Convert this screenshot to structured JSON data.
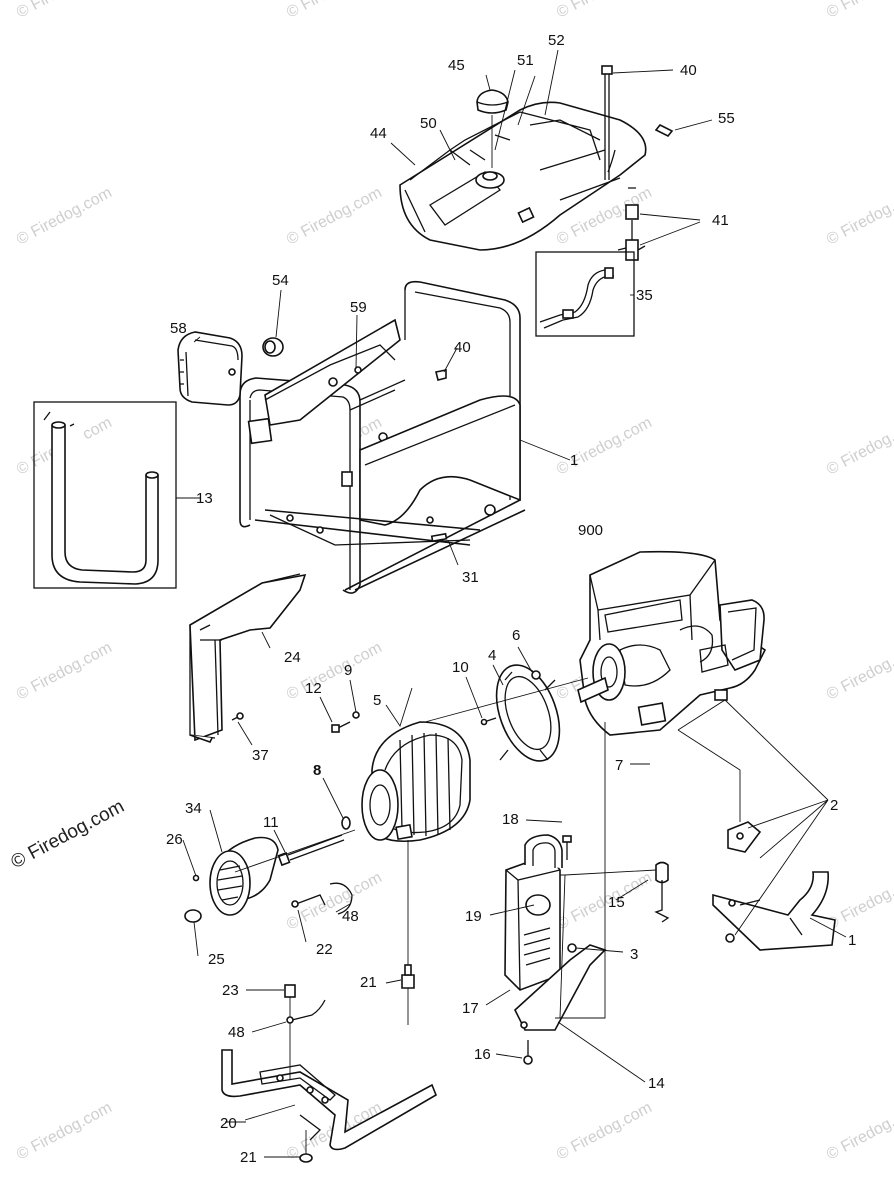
{
  "watermark": "© Firedog.com",
  "copyright": "© Firedog.com",
  "callouts": {
    "c40a": "40",
    "c52": "52",
    "c51": "51",
    "c45": "45",
    "c50": "50",
    "c44": "44",
    "c55": "55",
    "c41": "41",
    "c35": "35",
    "c54": "54",
    "c58": "58",
    "c59": "59",
    "c40b": "40",
    "c1a": "1",
    "c13": "13",
    "c31": "31",
    "c900": "900",
    "c24": "24",
    "c6": "6",
    "c9": "9",
    "c4": "4",
    "c10": "10",
    "c12": "12",
    "c5": "5",
    "c37": "37",
    "c7": "7",
    "c2": "2",
    "c8": "8",
    "c34": "34",
    "c11": "11",
    "c26": "26",
    "c18": "18",
    "c15": "15",
    "c19": "19",
    "c48a": "48",
    "c22": "22",
    "c25": "25",
    "c3": "3",
    "c1b": "1",
    "c17": "17",
    "c21a": "21",
    "c23": "23",
    "c48b": "48",
    "c16": "16",
    "c14": "14",
    "c20": "20",
    "c21b": "21"
  }
}
